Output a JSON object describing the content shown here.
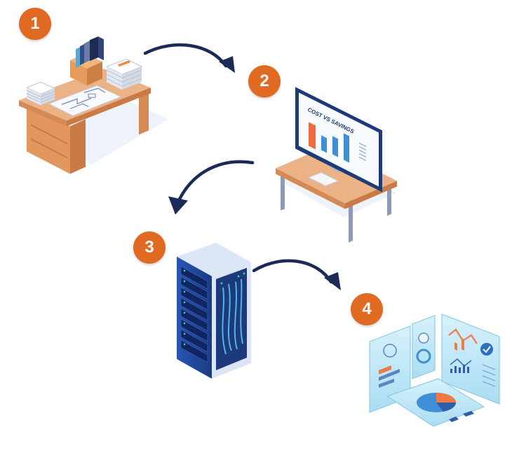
{
  "steps": [
    {
      "number": "1",
      "icon": "desk-with-documents-icon"
    },
    {
      "number": "2",
      "icon": "computer-monitor-chart-icon"
    },
    {
      "number": "3",
      "icon": "server-rack-icon"
    },
    {
      "number": "4",
      "icon": "dashboard-analytics-icon"
    }
  ],
  "monitor": {
    "chart_title": "COST VS SAVINGS"
  },
  "colors": {
    "badge": "#E06A22",
    "arrow": "#1B2A57",
    "desk_top": "#E6A878",
    "desk_side": "#D58A55",
    "server_blue": "#1E3F8F",
    "dashboard_cyan": "#BFE6F7"
  }
}
